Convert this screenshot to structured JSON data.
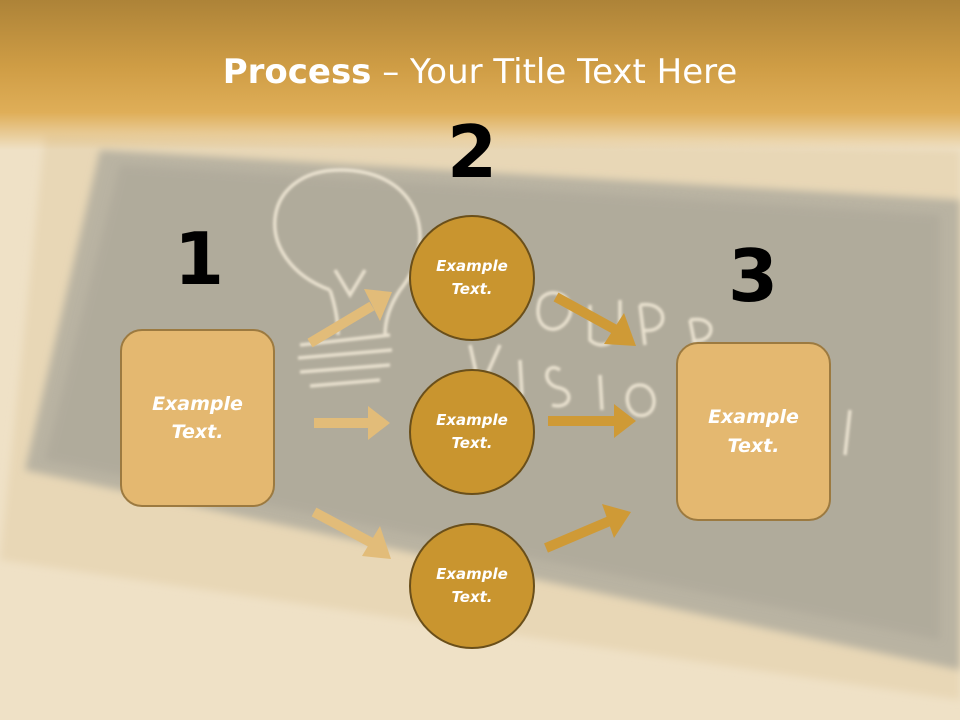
{
  "slide": {
    "title_bold": "Process",
    "title_rest": " – Your Title Text Here"
  },
  "steps": {
    "step1_number": "1",
    "step2_number": "2",
    "step3_number": "3"
  },
  "boxes": {
    "left_text": "Example Text.",
    "right_text": "Example Text."
  },
  "circles": [
    {
      "text": "Example Text."
    },
    {
      "text": "Example Text."
    },
    {
      "text": "Example Text."
    }
  ],
  "colors": {
    "title_band": "#cf9d45",
    "box_fill": "#e4b870",
    "circle_fill": "#c9952f",
    "circle_border": "#6a4f1a",
    "arrow_light": "#e2bc79",
    "arrow_dark": "#cf9a36"
  }
}
